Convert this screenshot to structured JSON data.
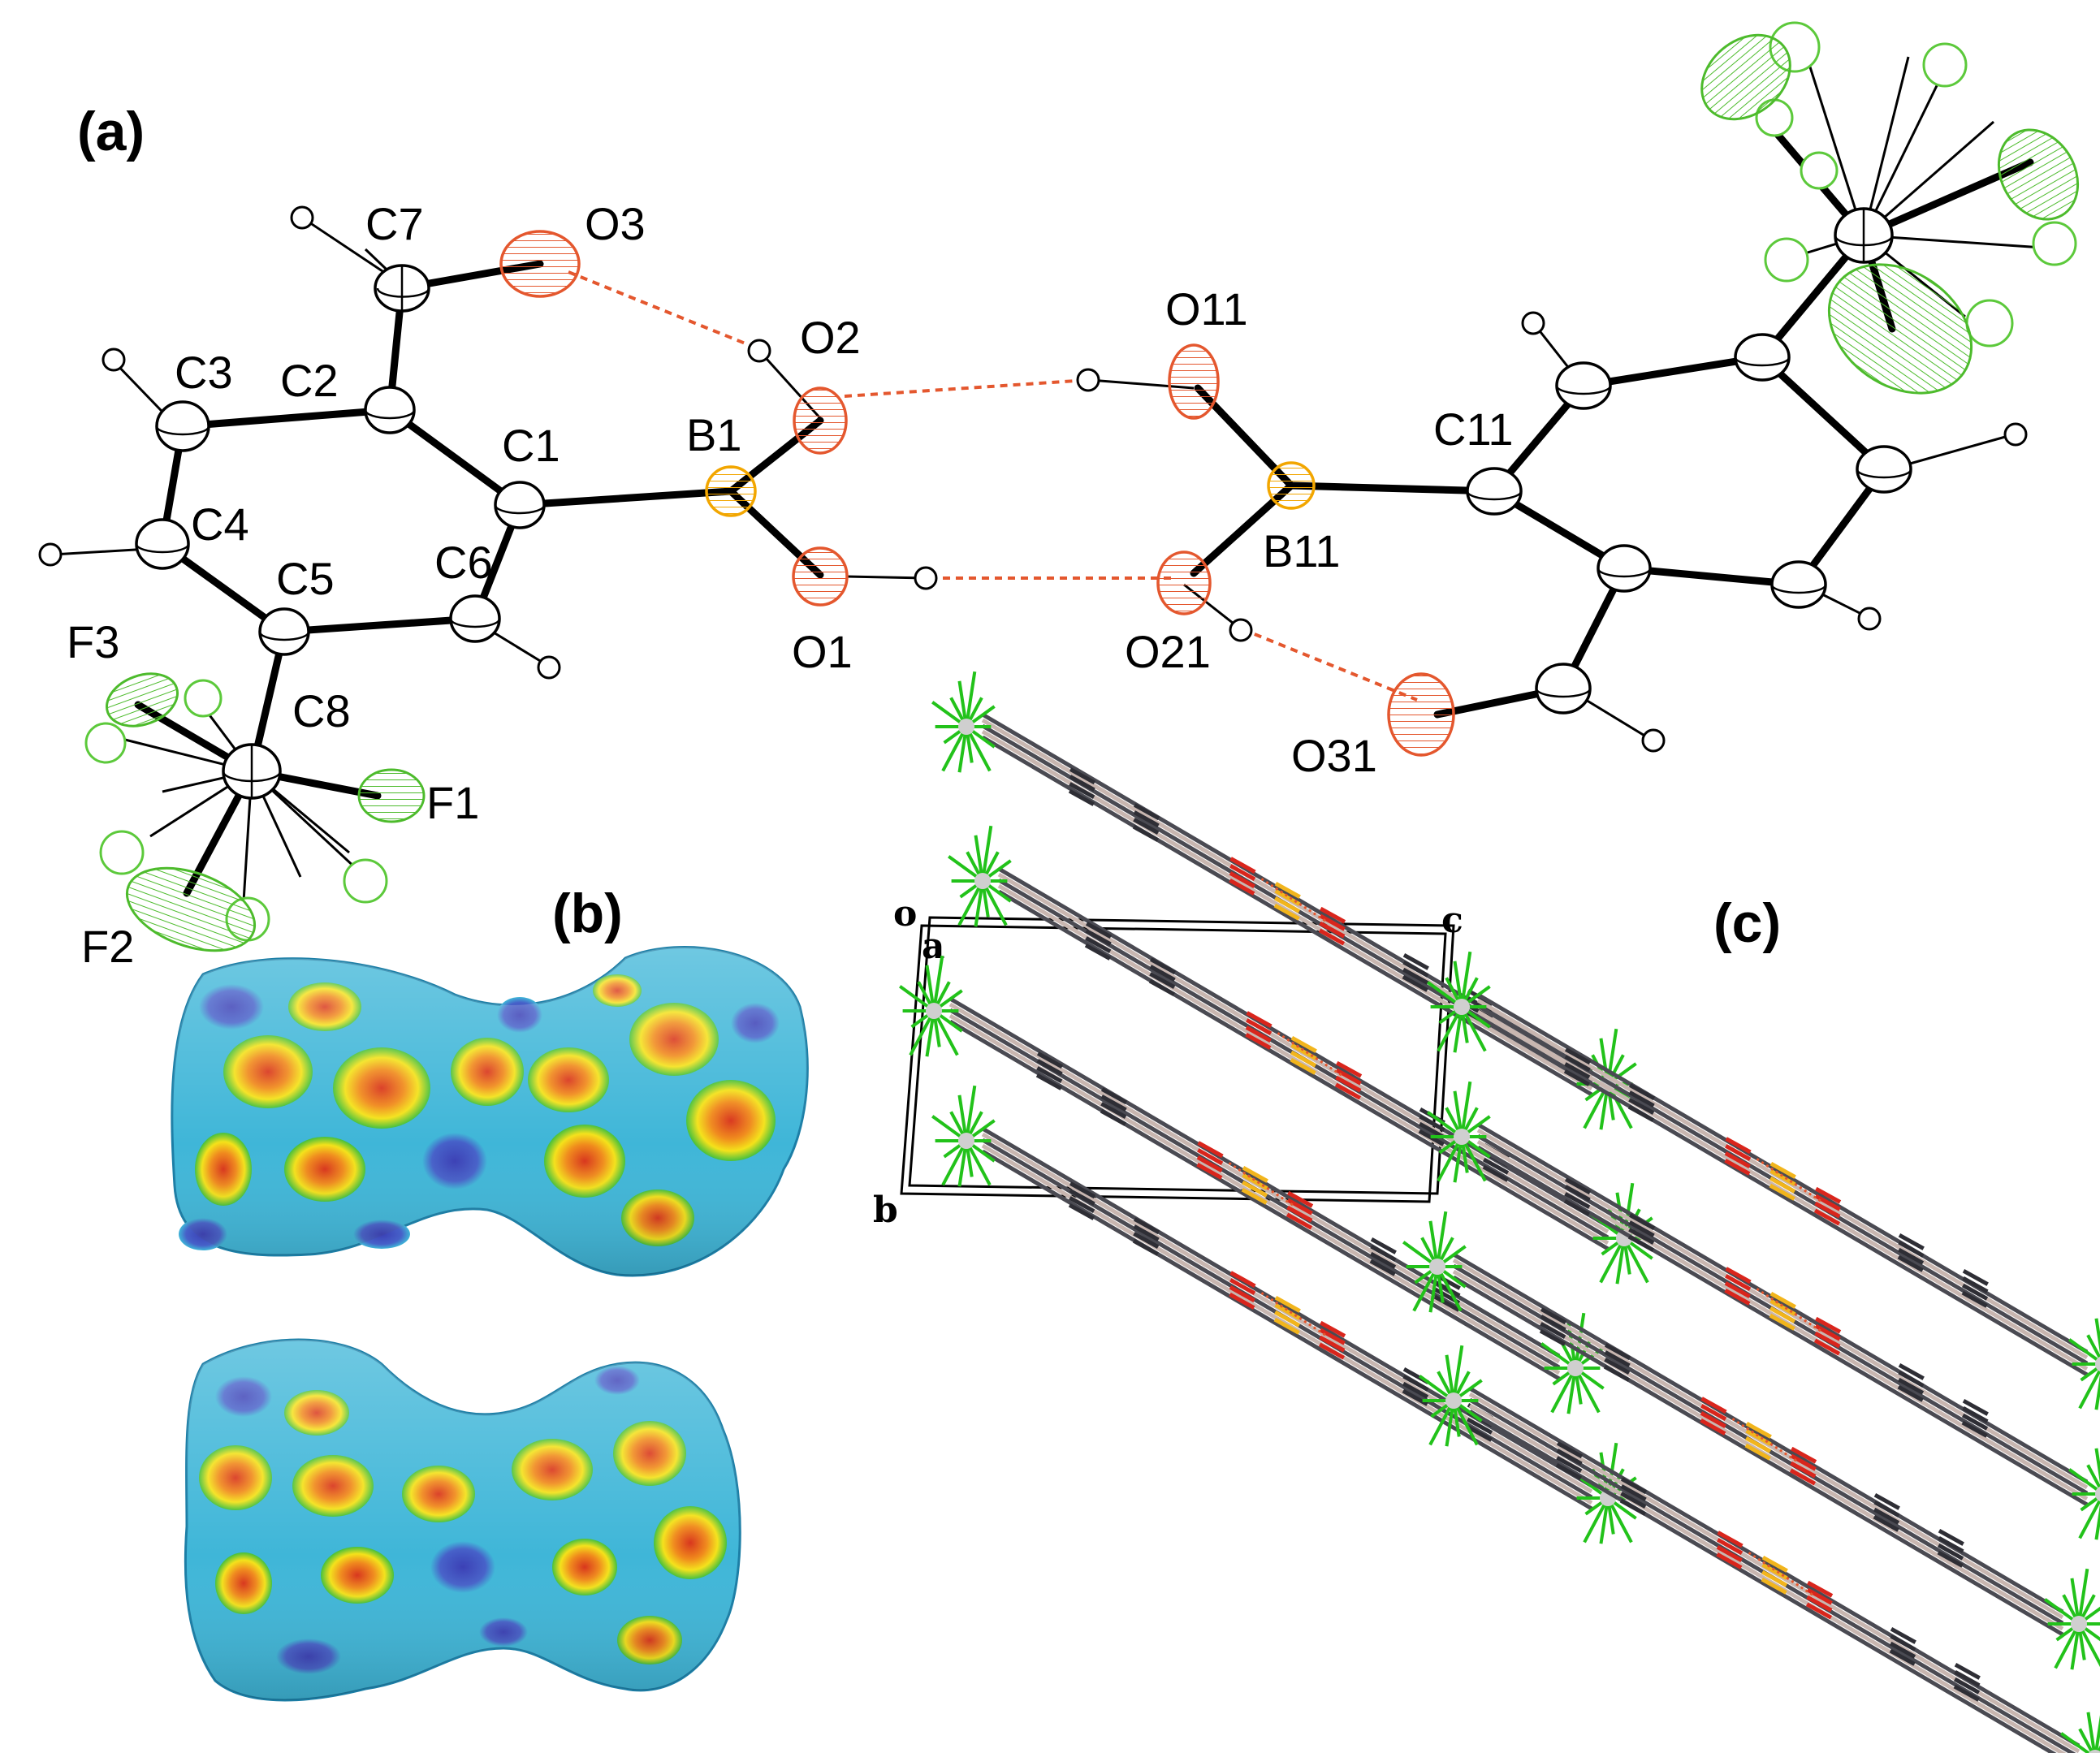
{
  "panels": {
    "a": "(a)",
    "b": "(b)",
    "c": "(c)"
  },
  "atoms": {
    "O3": "O3",
    "C7": "C7",
    "O2": "O2",
    "O11": "O11",
    "C3": "C3",
    "C2": "C2",
    "C1": "C1",
    "B1": "B1",
    "C11": "C11",
    "C4": "C4",
    "B11": "B11",
    "C5": "C5",
    "C6": "C6",
    "O1": "O1",
    "O21": "O21",
    "F3": "F3",
    "C8": "C8",
    "F1": "F1",
    "O31": "O31",
    "F2": "F2"
  },
  "cell_axes": {
    "o": "o",
    "a": "a",
    "b": "b",
    "c": "c"
  },
  "colors": {
    "carbon": "#ffffff",
    "oxygen": "#e4572e",
    "boron": "#f2c12e",
    "fluorine": "#5cc93b",
    "hbond": "#e4572e",
    "bond": "#000000",
    "surface_base": "#3fb6d8",
    "surface_hot": "#ee5a1e"
  }
}
